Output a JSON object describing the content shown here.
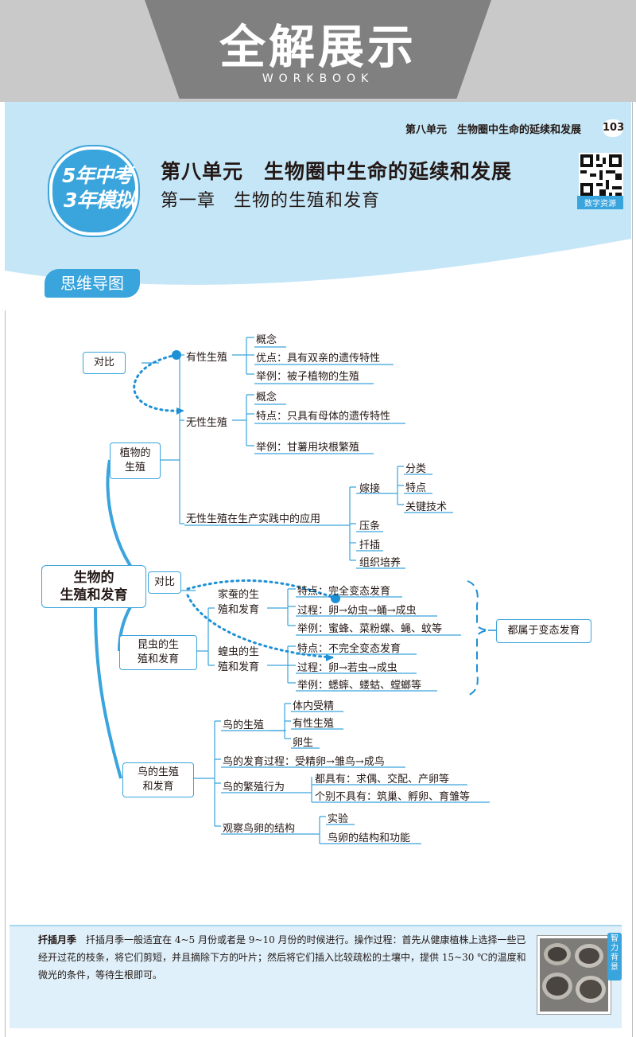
{
  "banner": {
    "title": "全解展示",
    "subtitle": "WORKBOOK"
  },
  "header": {
    "running_head": "第八单元　生物圈中生命的延续和发展",
    "page_number": "103",
    "logo_line1": "5年中考",
    "logo_line2": "3年模拟",
    "unit_title": "第八单元　生物圈中生命的延续和发展",
    "chapter_title": "第一章　生物的生殖和发育",
    "qr_label": "数字资源"
  },
  "section_tag": "思维导图",
  "mindmap": {
    "root": "生物的\n生殖和发育",
    "plant": {
      "label": "植物的\n生殖",
      "compare": "对比",
      "sexual": {
        "label": "有性生殖",
        "items": [
          "概念",
          "优点：具有双亲的遗传特性",
          "举例：被子植物的生殖"
        ]
      },
      "asexual": {
        "label": "无性生殖",
        "items": [
          "概念",
          "特点：只具有母体的遗传特性",
          "举例：甘薯用块根繁殖"
        ]
      },
      "application": {
        "label": "无性生殖在生产实践中的应用",
        "grafting": {
          "label": "嫁接",
          "items": [
            "分类",
            "特点",
            "关键技术"
          ]
        },
        "others": [
          "压条",
          "扦插",
          "组织培养"
        ]
      }
    },
    "insect": {
      "label": "昆虫的生\n殖和发育",
      "compare": "对比",
      "silkworm": {
        "label": "家蚕的生\n殖和发育",
        "items": [
          "特点：完全变态发育",
          "过程：卵→幼虫→蛹→成虫",
          "举例：蜜蜂、菜粉蝶、蝇、蚊等"
        ]
      },
      "locust": {
        "label": "蝗虫的生\n殖和发育",
        "items": [
          "特点：不完全变态发育",
          "过程：卵→若虫→成虫",
          "举例：蟋蟀、蝼蛄、螳螂等"
        ]
      },
      "summary": "都属于变态发育"
    },
    "bird": {
      "label": "鸟的生殖\n和发育",
      "reproduction": {
        "label": "鸟的生殖",
        "items": [
          "体内受精",
          "有性生殖",
          "卵生"
        ]
      },
      "development": "鸟的发育过程：受精卵→雏鸟→成鸟",
      "behavior": {
        "label": "鸟的繁殖行为",
        "items": [
          "都具有：求偶、交配、产卵等",
          "个别不具有：筑巢、孵卵、育雏等"
        ]
      },
      "egg": {
        "label": "观察鸟卵的结构",
        "items": [
          "实验",
          "鸟卵的结构和功能"
        ]
      }
    }
  },
  "tip": {
    "title": "扦插月季",
    "body": "　扦插月季一般适宜在 4~5 月份或者是 9~10 月份的时候进行。操作过程：首先从健康植株上选择一些已经开过花的枝条，将它们剪短，并且摘除下方的叶片；然后将它们插入比较疏松的土壤中，提供 15~30 ℃的温度和微光的条件，等待生根即可。",
    "side_label": "智力背景"
  },
  "colors": {
    "accent": "#3aa4dc",
    "header_bg": "#c4e6f7",
    "banner": "#808080",
    "tip_bg": "#dff0fa"
  }
}
